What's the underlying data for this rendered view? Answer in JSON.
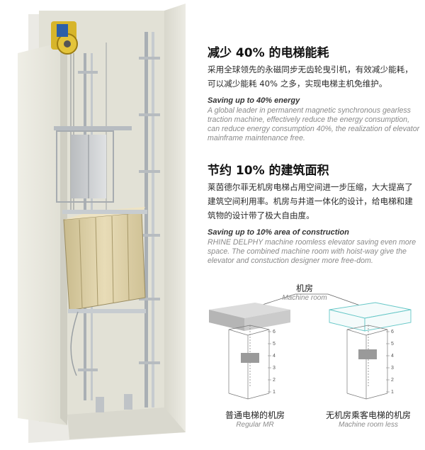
{
  "section1": {
    "heading": "减少 40% 的电梯能耗",
    "body_cn": "采用全球领先的永磁同步无齿轮曳引机，有效减少能耗，可以减少能耗 40% 之多，实现电梯主机免维护。",
    "title_en": "Saving up to 40% energy",
    "body_en": "A global leader in permanent magnetic synchronous gearless traction machine, effectively reduce the energy consumption, can reduce energy consumption 40%, the realization of elevator mainframe maintenance free."
  },
  "section2": {
    "heading": "节约 10% 的建筑面积",
    "body_cn": "莱茵德尔菲无机房电梯占用空间进一步压缩，大大提高了建筑空间利用率。机房与井道一体化的设计，给电梯和建筑物的设计带了极大自由度。",
    "title_en": "Saving up to 10% area of construction",
    "body_en": "RHINE DELPHY  machine roomless elevator saving even more space. The combined machine room with hoist-way give the elevator and constuction designer more free-dom."
  },
  "diagram": {
    "machine_room_cn": "机房",
    "machine_room_en": "Machine room",
    "regular_cn": "普通电梯的机房",
    "regular_en": "Regular MR",
    "mrl_cn": "无机房乘客电梯的机房",
    "mrl_en": "Machine room less",
    "floors": [
      "1",
      "2",
      "3",
      "4",
      "5",
      "6"
    ]
  },
  "colors": {
    "wall": "#e9e8df",
    "car": "#dccfa4",
    "machine_room_regular": "#c9c9c9",
    "machine_room_less_outline": "#7fd0d0"
  }
}
